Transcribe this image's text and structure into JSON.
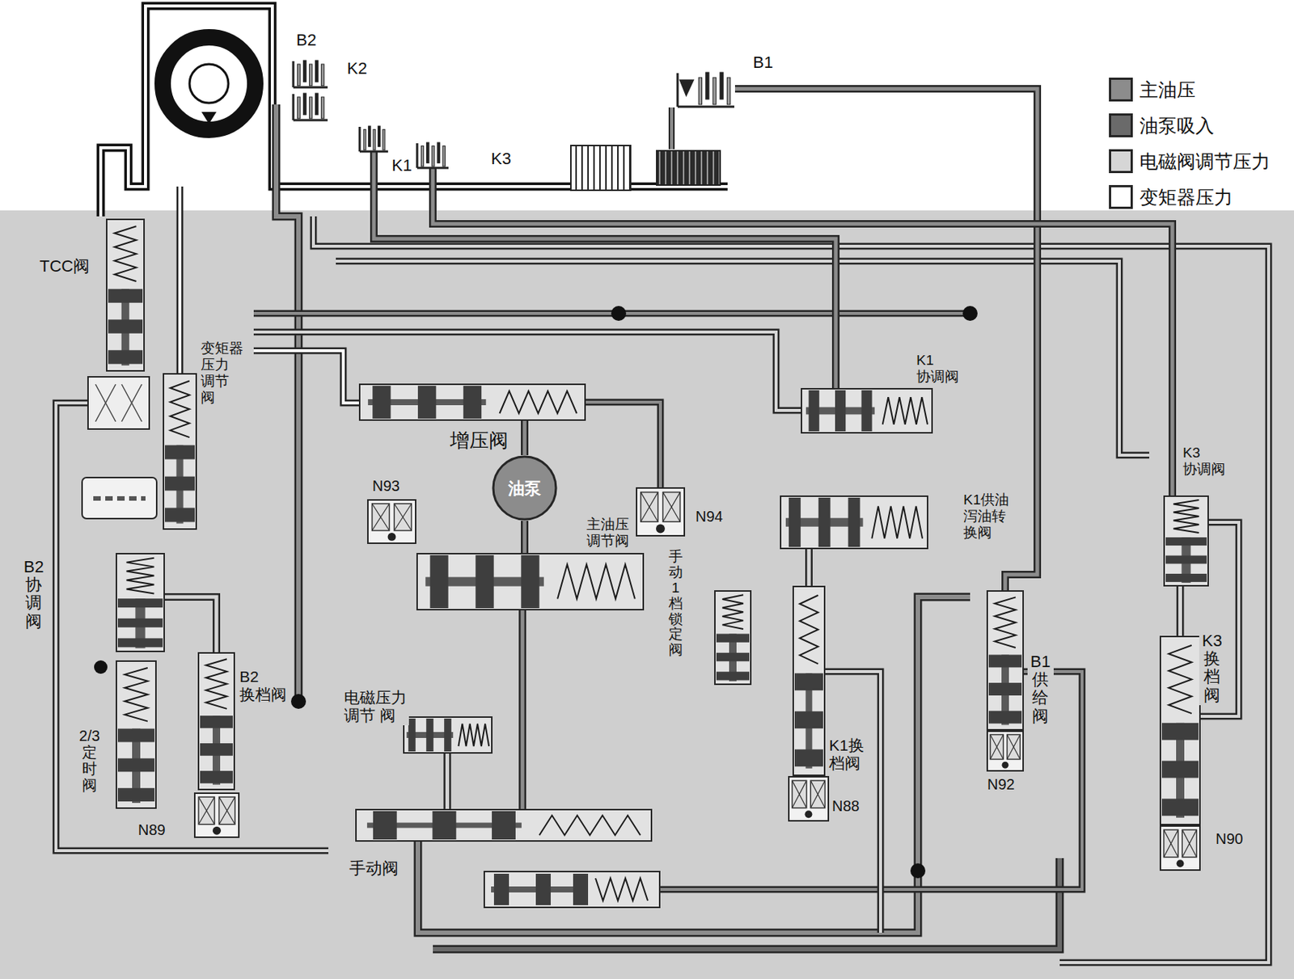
{
  "diagram": {
    "nodes": [
      {
        "text": [
          "B2"
        ]
      },
      {
        "text": [
          "K2"
        ]
      },
      {
        "text": [
          "B1"
        ]
      },
      {
        "text": [
          "K1"
        ]
      },
      {
        "text": [
          "K3"
        ]
      },
      {
        "text": [
          "TCC阀"
        ]
      },
      {
        "text": [
          "变矩器 压力 调节 阀"
        ]
      },
      {
        "text": [
          "增压阀"
        ]
      },
      {
        "text": [
          "油泵"
        ]
      },
      {
        "text": [
          "N93"
        ]
      },
      {
        "text": [
          "K1 协调阀"
        ]
      },
      {
        "text": [
          "N94"
        ]
      },
      {
        "text": [
          "K1供油 泻油转 换阀"
        ]
      },
      {
        "text": [
          "主油压 调节阀"
        ]
      },
      {
        "text": [
          "手动1档锁定阀"
        ]
      },
      {
        "text": [
          "K3 协调阀"
        ]
      },
      {
        "text": [
          "B2协调阀"
        ]
      },
      {
        "text": [
          "B2 换档阀"
        ]
      },
      {
        "text": [
          "电磁压力 调节 阀"
        ]
      },
      {
        "text": [
          "K1换 档阀"
        ]
      },
      {
        "text": [
          "B1供给阀"
        ]
      },
      {
        "text": [
          "K3换档阀"
        ]
      },
      {
        "text": [
          "2/3定时阀"
        ]
      },
      {
        "text": [
          "N92"
        ]
      },
      {
        "text": [
          "N89"
        ]
      },
      {
        "text": [
          "N88"
        ]
      },
      {
        "text": [
          "N90"
        ]
      },
      {
        "text": [
          "手动阀"
        ]
      }
    ],
    "edges": [
      {
        "from": 8,
        "to": 7,
        "arrow": "none"
      },
      {
        "from": 8,
        "to": 13,
        "arrow": "none"
      },
      {
        "from": 2,
        "to": 20,
        "arrow": "none"
      },
      {
        "from": 3,
        "to": 10,
        "arrow": "none"
      },
      {
        "from": 4,
        "to": 15,
        "arrow": "none"
      },
      {
        "from": 13,
        "to": 27,
        "arrow": "none"
      },
      {
        "from": 27,
        "to": 18,
        "arrow": "none"
      },
      {
        "from": 19,
        "to": 12,
        "arrow": "none"
      },
      {
        "from": 21,
        "to": 15,
        "arrow": "none"
      },
      {
        "from": 17,
        "to": 16,
        "arrow": "none"
      }
    ],
    "legend": [
      {
        "text": "主油压",
        "color": "#8c8c8c"
      },
      {
        "text": "油泵吸入",
        "color": "#6a6a6a"
      },
      {
        "text": "电磁阀调节压力",
        "color": "#d6d6d6"
      },
      {
        "text": "变矩器压力",
        "color": "#ffffff"
      }
    ]
  }
}
